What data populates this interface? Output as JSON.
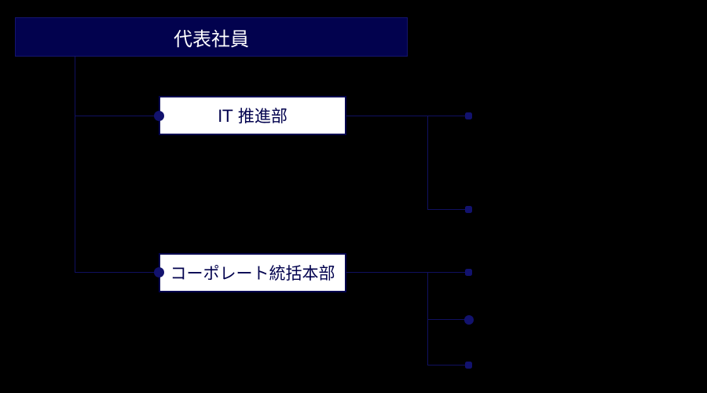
{
  "page": {
    "background_color": "#000000"
  },
  "org_chart": {
    "type": "org-chart",
    "colors": {
      "navy_fill": "#02024e",
      "connector_line": "#101060",
      "marker": "#12126e",
      "dept_box_fill": "#ffffff",
      "root_text": "#ffffff",
      "dept_text": "#02024e"
    },
    "root": {
      "label": "代表社員"
    },
    "departments": [
      {
        "label": "IT 推進部",
        "endpoints": [
          "square",
          "square"
        ]
      },
      {
        "label": "コーポレート統括本部",
        "endpoints": [
          "square",
          "circle",
          "square"
        ]
      }
    ]
  }
}
